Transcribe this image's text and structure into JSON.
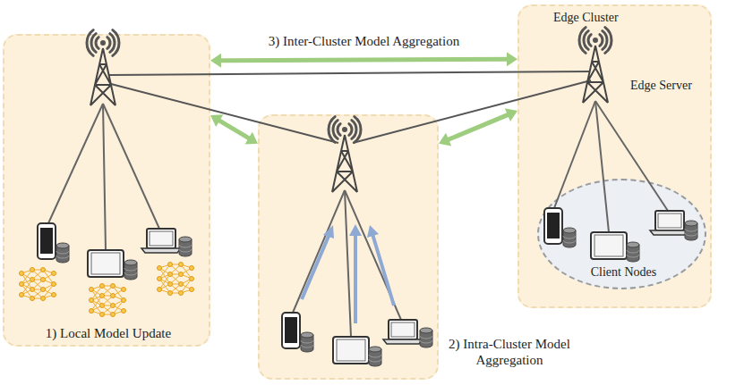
{
  "diagram": {
    "nodes": [
      {
        "text": [
          "1) Local Model Update"
        ]
      },
      {
        "text": [
          "2) Intra-Cluster Model Aggregation"
        ]
      },
      {
        "text": [
          "Edge Cluster",
          "Edge Server"
        ]
      },
      {
        "text": [
          "Client Nodes"
        ],
        "in": 2
      }
    ],
    "edges": [
      {
        "from": 0,
        "to": 1,
        "arrow": "both"
      },
      {
        "from": 1,
        "to": 2,
        "arrow": "both"
      },
      {
        "from": 0,
        "to": 2,
        "label": "3) Inter-Cluster Model Aggregation",
        "arrow": "both"
      }
    ]
  }
}
